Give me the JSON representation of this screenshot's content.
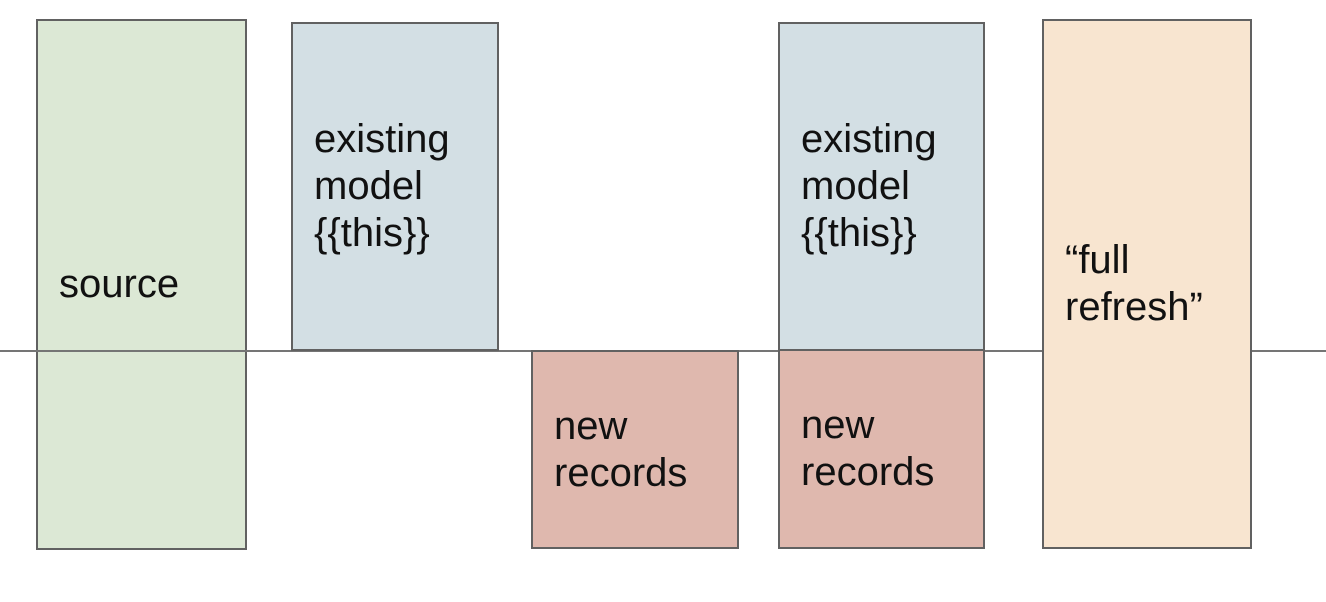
{
  "colors": {
    "source_fill": "#dce8d5",
    "model_fill": "#d3dfe4",
    "records_fill": "#dfb8ae",
    "refresh_fill": "#f8e5d0",
    "border": "#616161",
    "divider_line": "#757575",
    "text": "#111111",
    "background": "#ffffff"
  },
  "boxes": {
    "source": {
      "label": "source"
    },
    "existing_model_1": {
      "label": "existing model {{this}}"
    },
    "new_records_1": {
      "label": "new records"
    },
    "existing_model_2": {
      "label": "existing model {{this}}"
    },
    "new_records_2": {
      "label": "new records"
    },
    "full_refresh": {
      "label": "“full refresh”"
    }
  }
}
